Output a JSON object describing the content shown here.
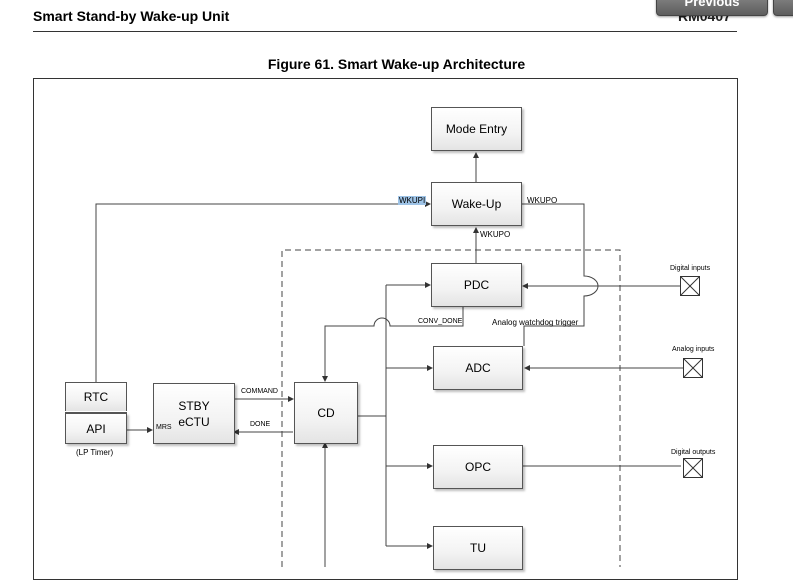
{
  "header": {
    "title": "Smart Stand-by Wake-up Unit",
    "right_text": "RM0407",
    "nav_prev": "Previous",
    "nav_next": ""
  },
  "figure": {
    "title": "Figure 61. Smart Wake-up Architecture"
  },
  "blocks": {
    "mode_entry": "Mode Entry",
    "wake_up": "Wake-Up",
    "pdc": "PDC",
    "adc": "ADC",
    "opc": "OPC",
    "tu": "TU",
    "cd": "CD",
    "rtc": "RTC",
    "api": "API",
    "lp_timer": "(LP Timer)",
    "stby_ectu": "STBY\neCTU"
  },
  "signals": {
    "wkupi": "WKUPI",
    "wkupo_right": "WKUPO",
    "wkupo_below": "WKUPO",
    "conv_done": "CONV_DONE",
    "analog_watchdog": "Analog watchdog trigger",
    "command": "COMMAND",
    "done": "DONE",
    "mrs": "MRS"
  },
  "io": {
    "digital_inputs": "Digital inputs",
    "analog_inputs": "Analog inputs",
    "digital_outputs": "Digital outputs"
  },
  "colors": {
    "highlight": "#9ec3e6",
    "line": "#444444"
  }
}
